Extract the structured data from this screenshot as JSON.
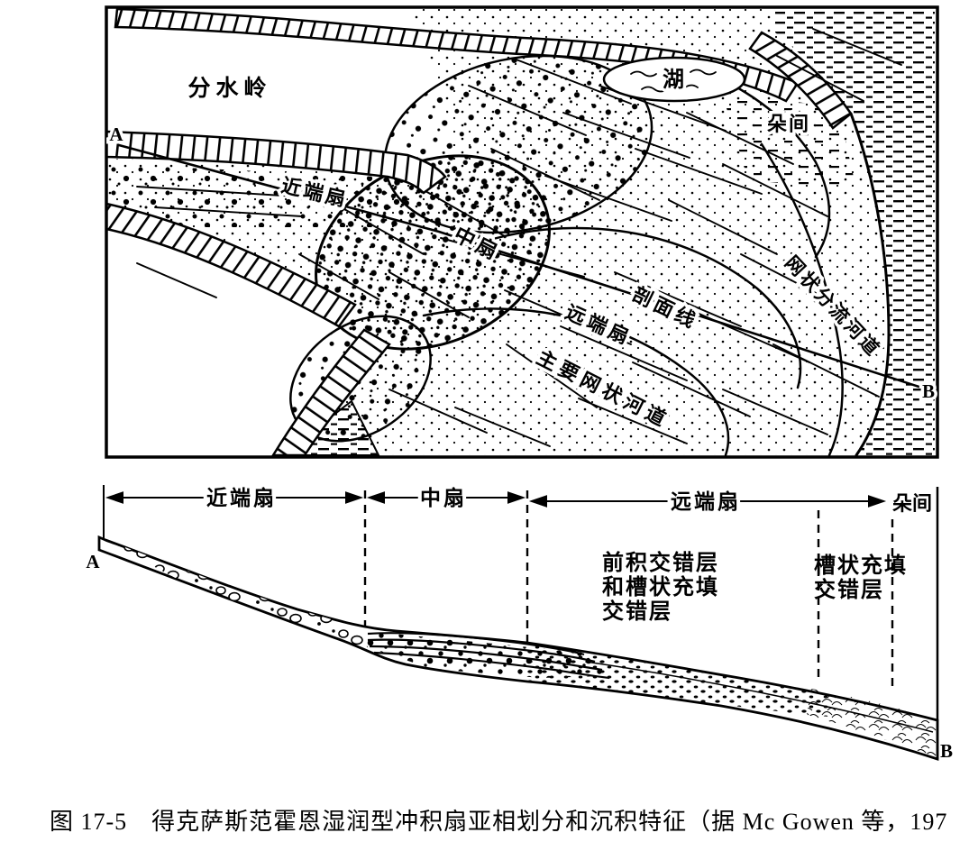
{
  "figure": {
    "caption": "图 17-5　得克萨斯范霍恩湿润型冲积扇亚相划分和沉积特征（据 Mc Gowen 等，197"
  },
  "map": {
    "divide": "分水岭",
    "lake": "湖",
    "interlobe": "朵间",
    "proximal_fan": "近端扇",
    "mid_fan": "中扇",
    "section_line": "剖面线",
    "distal_fan": "远端扇",
    "braided_distributary_channel": "网状分流河道",
    "main_braided_channel": "主要网状河道",
    "point_a": "A",
    "point_b": "B"
  },
  "section": {
    "zone_proximal": "近端扇",
    "zone_mid": "中扇",
    "zone_distal": "远端扇",
    "zone_interlobe": "朵间",
    "anno_foreset_1": "前积交错层",
    "anno_foreset_2": "和槽状充填",
    "anno_foreset_3": "交错层",
    "anno_trough_1": "槽状充填",
    "anno_trough_2": "交错层",
    "point_a": "A",
    "point_b": "B"
  },
  "colors": {
    "ink": "#000000",
    "paper": "#ffffff"
  }
}
